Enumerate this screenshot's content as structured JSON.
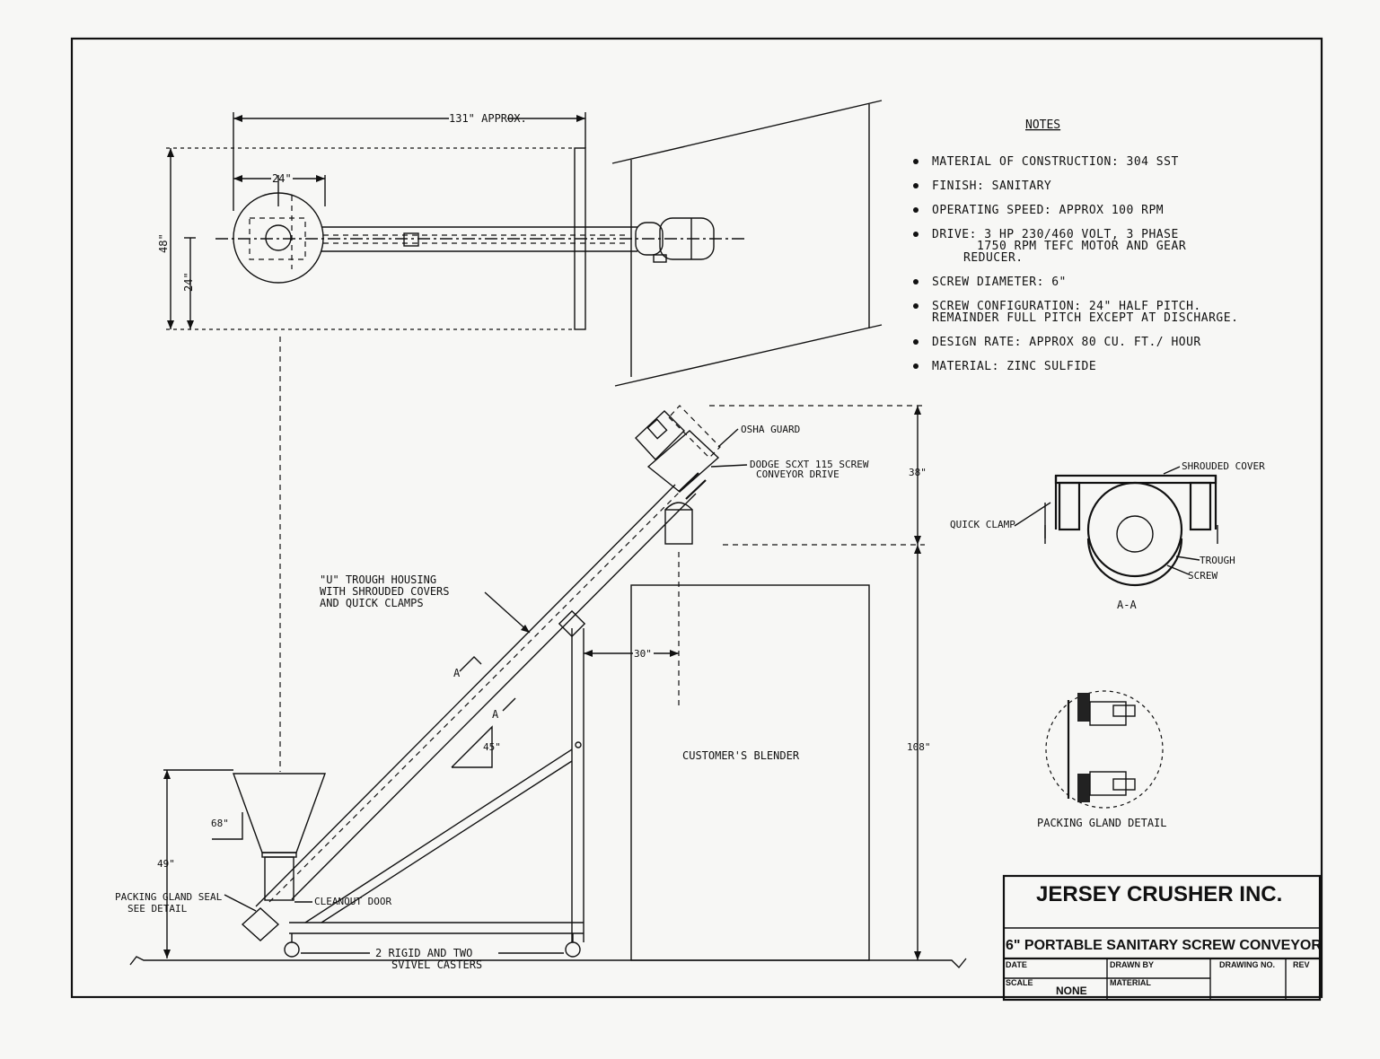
{
  "dimensions": {
    "overall_length": "131\" APPROX.",
    "hopper_width": "24\"",
    "plan_height": "48\"",
    "plan_half": "24\"",
    "drive_height": "38\"",
    "total_height": "108\"",
    "blender_gap": "30\"",
    "angle_incline": "45\"",
    "hopper_angle": "68\"",
    "hopper_height": "49\""
  },
  "labels": {
    "osha_guard": "OSHA GUARD",
    "drive_line1": "DODGE SCXT 115 SCREW",
    "drive_line2": "CONVEYOR DRIVE",
    "trough_line1": "\"U\" TROUGH HOUSING",
    "trough_line2": "WITH SHROUDED COVERS",
    "trough_line3": "AND QUICK CLAMPS",
    "section_a1": "A",
    "section_a2": "A",
    "customer_blender": "CUSTOMER'S BLENDER",
    "packing_seal_line1": "PACKING GLAND SEAL",
    "packing_seal_line2": "SEE DETAIL",
    "cleanout_door": "CLEANOUT DOOR",
    "casters_line1": "2 RIGID AND TWO",
    "casters_line2": "SVIVEL CASTERS"
  },
  "section_detail": {
    "shrouded_cover": "SHROUDED COVER",
    "quick_clamp": "QUICK CLAMP",
    "trough": "TROUGH",
    "screw": "SCREW",
    "caption": "A-A"
  },
  "packing_detail": {
    "caption": "PACKING GLAND DETAIL"
  },
  "notes": {
    "title": "NOTES",
    "items": [
      [
        "MATERIAL OF CONSTRUCTION: 304 SST"
      ],
      [
        "FINISH: SANITARY"
      ],
      [
        "OPERATING SPEED: APPROX 100 RPM"
      ],
      [
        "DRIVE: 3 HP 230/460 VOLT, 3 PHASE",
        "1750 RPM TEFC MOTOR AND GEAR",
        "REDUCER."
      ],
      [
        "SCREW DIAMETER: 6\""
      ],
      [
        "SCREW CONFIGURATION: 24\" HALF PITCH.",
        "REMAINDER FULL PITCH EXCEPT AT DISCHARGE."
      ],
      [
        "DESIGN RATE: APPROX 80 CU. FT./ HOUR"
      ],
      [
        "MATERIAL: ZINC SULFIDE"
      ]
    ]
  },
  "title_block": {
    "company": "JERSEY CRUSHER INC.",
    "title": "6\" PORTABLE SANITARY SCREW CONVEYOR",
    "date_label": "DATE",
    "drawn_by_label": "DRAWN BY",
    "drawing_no_label": "DRAWING NO.",
    "rev_label": "REV",
    "scale_label": "SCALE",
    "scale_value": "NONE",
    "material_label": "MATERIAL"
  }
}
